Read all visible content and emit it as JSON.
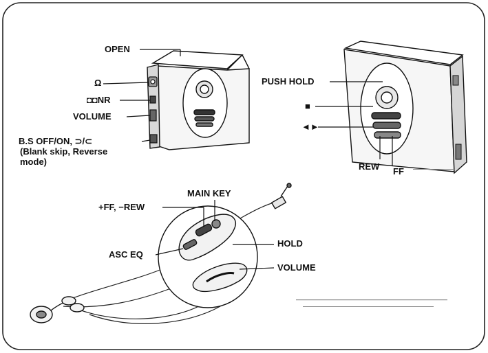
{
  "labels": {
    "open": "OPEN",
    "headphone": "Ω",
    "dnr": "◘◘NR",
    "volume_player": "VOLUME",
    "bs_line1": "B.S OFF/ON, ⊃/⊂",
    "bs_line2": "(Blank skip, Reverse",
    "bs_line3": "mode)",
    "push_hold": "PUSH HOLD",
    "stop": "■",
    "direction": "◄►",
    "rew": "REW",
    "ff": "FF",
    "main_key": "MAIN KEY",
    "ff_rew": "+FF, −REW",
    "hold": "HOLD",
    "asc_eq": "ASC EQ",
    "volume_remote": "VOLUME"
  },
  "colors": {
    "ink": "#111111",
    "shade": "#3a3a3a",
    "body": "#f4f4f4",
    "paper": "#ffffff"
  }
}
